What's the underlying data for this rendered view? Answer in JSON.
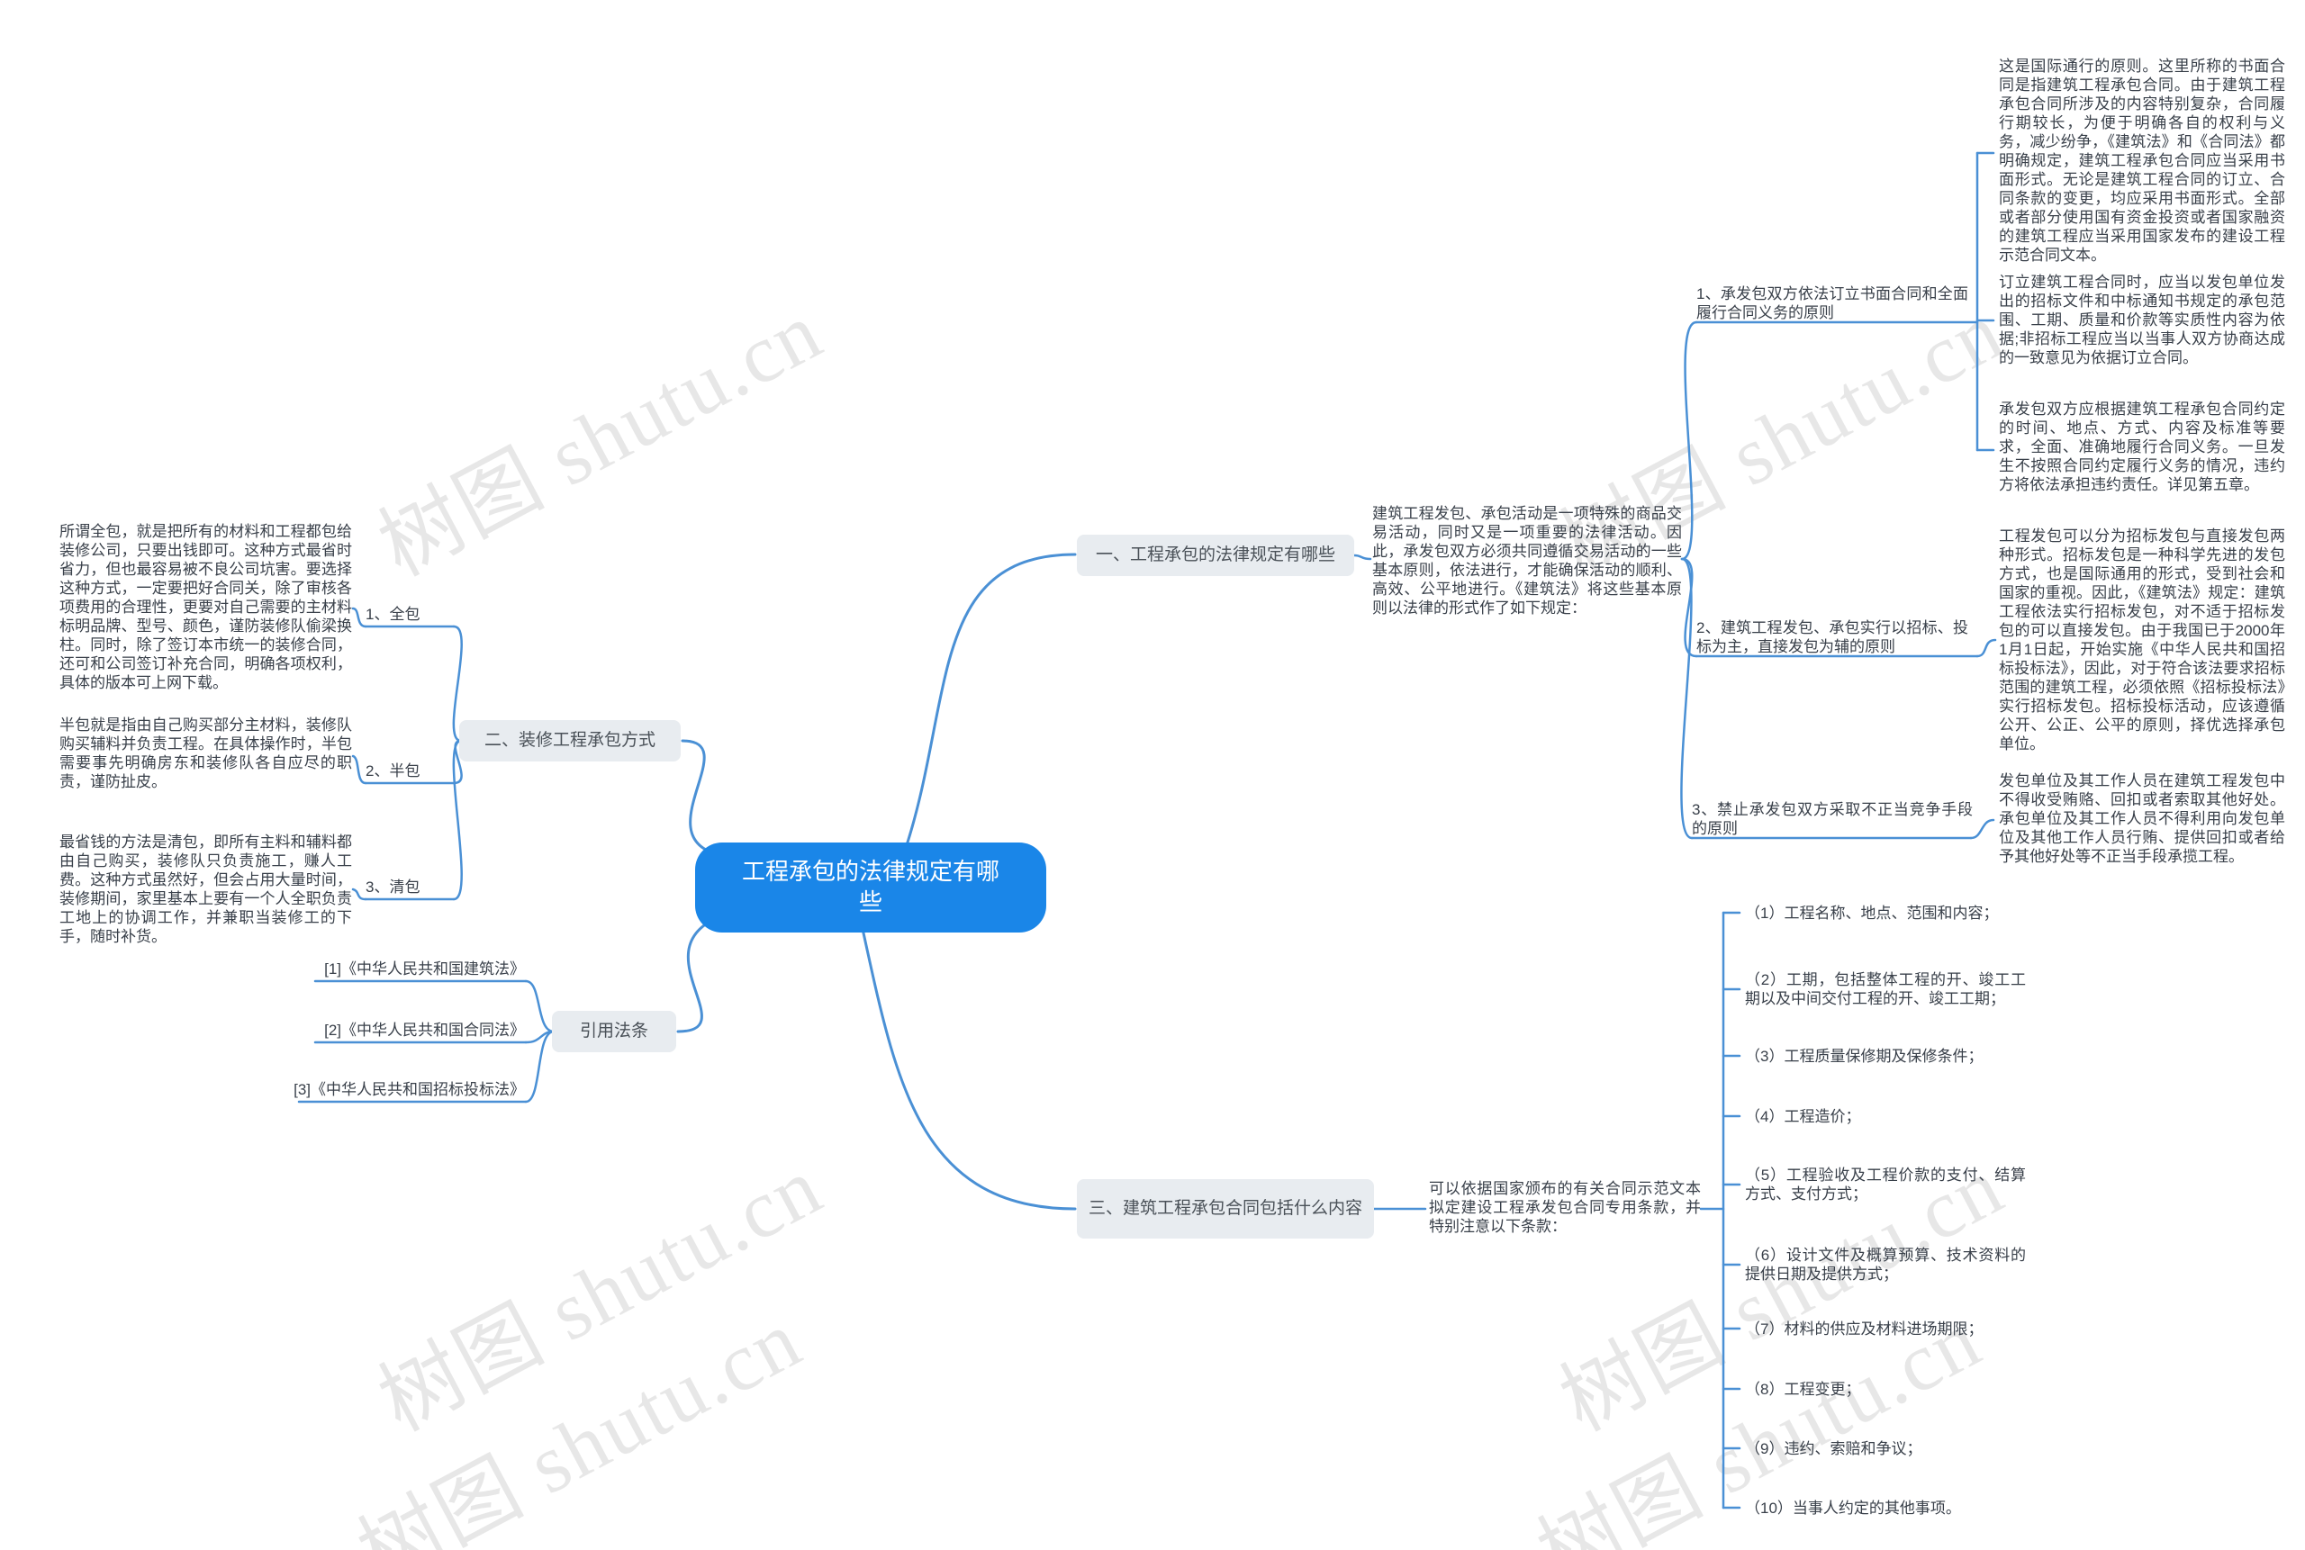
{
  "watermark": {
    "text": "树图 shutu.cn"
  },
  "colors": {
    "accent": "#1a86e8",
    "connector": "#4a90d5",
    "node_bg": "#e8ecf0"
  },
  "center": {
    "label": "工程承包的法律规定有哪些"
  },
  "branch1": {
    "label": "一、工程承包的法律规定有哪些",
    "intro": "建筑工程发包、承包活动是一项特殊的商品交易活动，同时又是一项重要的法律活动。因此，承发包双方必须共同遵循交易活动的一些基本原则，依法进行，才能确保活动的顺利、高效、公平地进行。《建筑法》将这些基本原则以法律的形式作了如下规定：",
    "principles": [
      {
        "title": "1、承发包双方依法订立书面合同和全面履行合同义务的原则",
        "details": [
          "这是国际通行的原则。这里所称的书面合同是指建筑工程承包合同。由于建筑工程承包合同所涉及的内容特别复杂，合同履行期较长，为便于明确各自的权利与义务，减少纷争，《建筑法》和《合同法》都明确规定，建筑工程承包合同应当采用书面形式。无论是建筑工程合同的订立、合同条款的变更，均应采用书面形式。全部或者部分使用国有资金投资或者国家融资的建筑工程应当采用国家发布的建设工程示范合同文本。",
          "订立建筑工程合同时，应当以发包单位发出的招标文件和中标通知书规定的承包范围、工期、质量和价款等实质性内容为依据;非招标工程应当以当事人双方协商达成的一致意见为依据订立合同。",
          "承发包双方应根据建筑工程承包合同约定的时间、地点、方式、内容及标准等要求，全面、准确地履行合同义务。一旦发生不按照合同约定履行义务的情况，违约方将依法承担违约责任。详见第五章。"
        ]
      },
      {
        "title": "2、建筑工程发包、承包实行以招标、投标为主，直接发包为辅的原则",
        "details": [
          "工程发包可以分为招标发包与直接发包两种形式。招标发包是一种科学先进的发包方式，也是国际通用的形式，受到社会和国家的重视。因此，《建筑法》规定：建筑工程依法实行招标发包，对不适于招标发包的可以直接发包。由于我国已于2000年1月1日起，开始实施《中华人民共和国招标投标法》，因此，对于符合该法要求招标范围的建筑工程，必须依照《招标投标法》实行招标发包。招标投标活动，应该遵循公开、公正、公平的原则，择优选择承包单位。"
        ]
      },
      {
        "title": "3、禁止承发包双方采取不正当竞争手段的原则",
        "details": [
          "发包单位及其工作人员在建筑工程发包中不得收受贿赂、回扣或者索取其他好处。承包单位及其工作人员不得利用向发包单位及其他工作人员行贿、提供回扣或者给予其他好处等不正当手段承揽工程。"
        ]
      }
    ]
  },
  "branch2": {
    "label": "二、装修工程承包方式",
    "methods": [
      {
        "title": "1、全包",
        "detail": "所谓全包，就是把所有的材料和工程都包给装修公司，只要出钱即可。这种方式最省时省力，但也最容易被不良公司坑害。要选择这种方式，一定要把好合同关，除了审核各项费用的合理性，更要对自己需要的主材料标明品牌、型号、颜色，谨防装修队偷梁换柱。同时，除了签订本市统一的装修合同，还可和公司签订补充合同，明确各项权利，具体的版本可上网下载。"
      },
      {
        "title": "2、半包",
        "detail": "半包就是指由自己购买部分主材料，装修队购买辅料并负责工程。在具体操作时，半包需要事先明确房东和装修队各自应尽的职责，谨防扯皮。"
      },
      {
        "title": "3、清包",
        "detail": "最省钱的方法是清包，即所有主料和辅料都由自己购买，装修队只负责施工，赚人工费。这种方式虽然好，但会占用大量时间，装修期间，家里基本上要有一个人全职负责工地上的协调工作，并兼职当装修工的下手，随时补货。"
      }
    ]
  },
  "branch_laws": {
    "label": "引用法条",
    "items": [
      "[1]《中华人民共和国建筑法》",
      "[2]《中华人民共和国合同法》",
      "[3]《中华人民共和国招标投标法》"
    ]
  },
  "branch3": {
    "label": "三、建筑工程承包合同包括什么内容",
    "intro": "可以依据国家颁布的有关合同示范文本拟定建设工程承发包合同专用条款，并特别注意以下条款：",
    "clauses": [
      "（1）工程名称、地点、范围和内容；",
      "（2）工期，包括整体工程的开、竣工工期以及中间交付工程的开、竣工工期；",
      "（3）工程质量保修期及保修条件；",
      "（4）工程造价；",
      "（5）工程验收及工程价款的支付、结算方式、支付方式；",
      "（6）设计文件及概算预算、技术资料的提供日期及提供方式；",
      "（7）材料的供应及材料进场期限；",
      "（8）工程变更；",
      "（9）违约、索赔和争议；",
      "（10）当事人约定的其他事项。"
    ]
  }
}
